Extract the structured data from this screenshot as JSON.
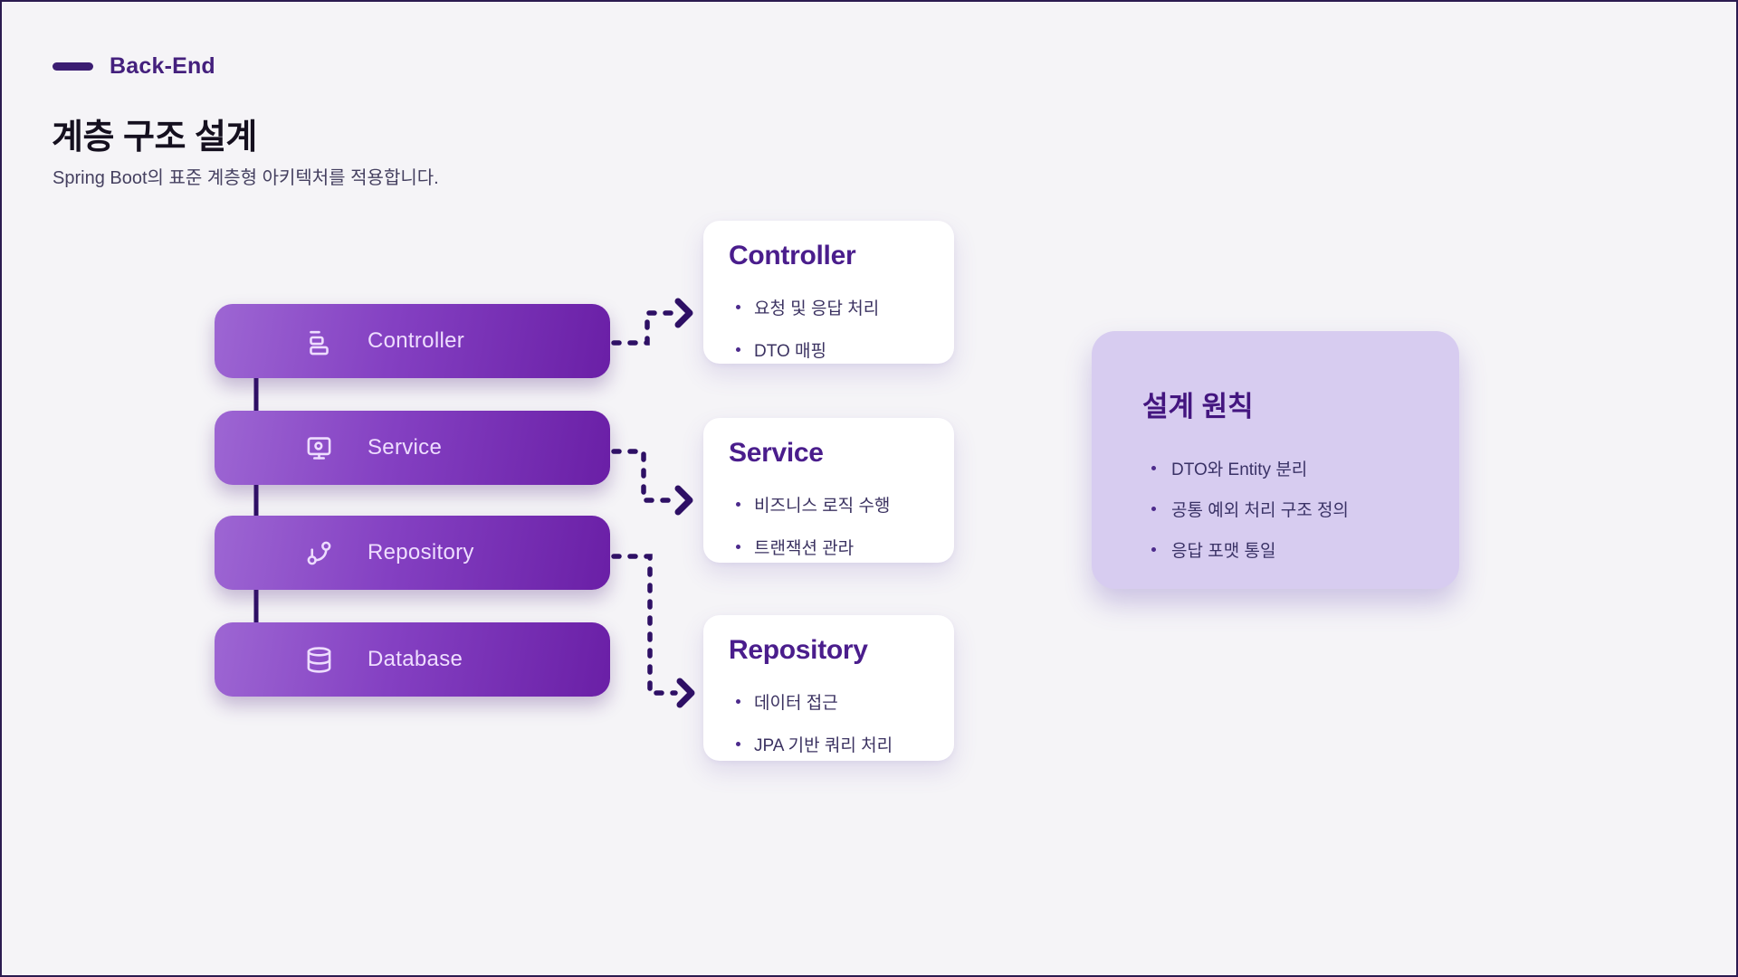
{
  "header": {
    "eyebrow": "Back-End",
    "title": "계층 구조 설계",
    "subtitle": "Spring Boot의 표준 계층형 아키텍처를 적용합니다."
  },
  "layers": [
    {
      "label": "Controller",
      "icon": "logs-icon"
    },
    {
      "label": "Service",
      "icon": "monitor-icon"
    },
    {
      "label": "Repository",
      "icon": "git-branch-icon"
    },
    {
      "label": "Database",
      "icon": "database-icon"
    }
  ],
  "detail_cards": [
    {
      "title": "Controller",
      "bullets": [
        "요청 및 응답 처리",
        "DTO 매핑"
      ]
    },
    {
      "title": "Service",
      "bullets": [
        "비즈니스 로직 수행",
        "트랜잭션 관라"
      ]
    },
    {
      "title": "Repository",
      "bullets": [
        "데이터 접근",
        "JPA 기반 쿼리 처리"
      ]
    }
  ],
  "principles_card": {
    "title": "설계 원칙",
    "bullets": [
      "DTO와 Entity 분리",
      "공통 예외 처리 구조 정의",
      "응답 포맷 통일"
    ]
  },
  "colors": {
    "page_background": "#f5f4f7",
    "page_border": "#2b1b50",
    "accent_dark_purple": "#2e1065",
    "layer_gradient_start": "#9d66d3",
    "layer_gradient_end": "#6a1fa6",
    "card_title_purple": "#4a1d8c",
    "principles_card_bg": "#d7ccf0",
    "body_text": "#3b3261"
  }
}
